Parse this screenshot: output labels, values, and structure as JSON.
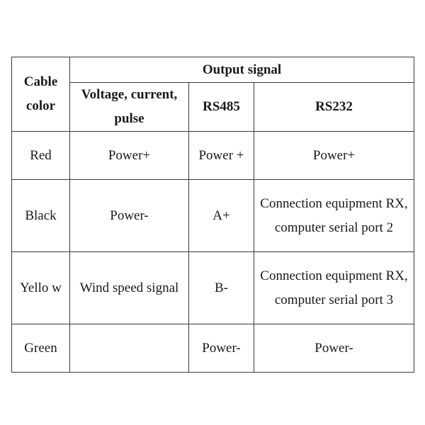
{
  "header": {
    "cable_color": "Cable color",
    "output_signal": "Output signal",
    "voltage_current_pulse": "Voltage, current, pulse",
    "rs485": "RS485",
    "rs232": "RS232"
  },
  "rows": [
    {
      "cable_color": "Red",
      "voltage_current_pulse": "Power+",
      "rs485": "Power +",
      "rs232": "Power+"
    },
    {
      "cable_color": "Black",
      "voltage_current_pulse": "Power-",
      "rs485": "A+",
      "rs232": "Connection equipment RX, computer serial port 2"
    },
    {
      "cable_color": "Yello w",
      "voltage_current_pulse": "Wind speed signal",
      "rs485": "B-",
      "rs232": "Connection equipment RX, computer serial port 3"
    },
    {
      "cable_color": "Green",
      "voltage_current_pulse": "",
      "rs485": "Power-",
      "rs232": "Power-"
    }
  ]
}
